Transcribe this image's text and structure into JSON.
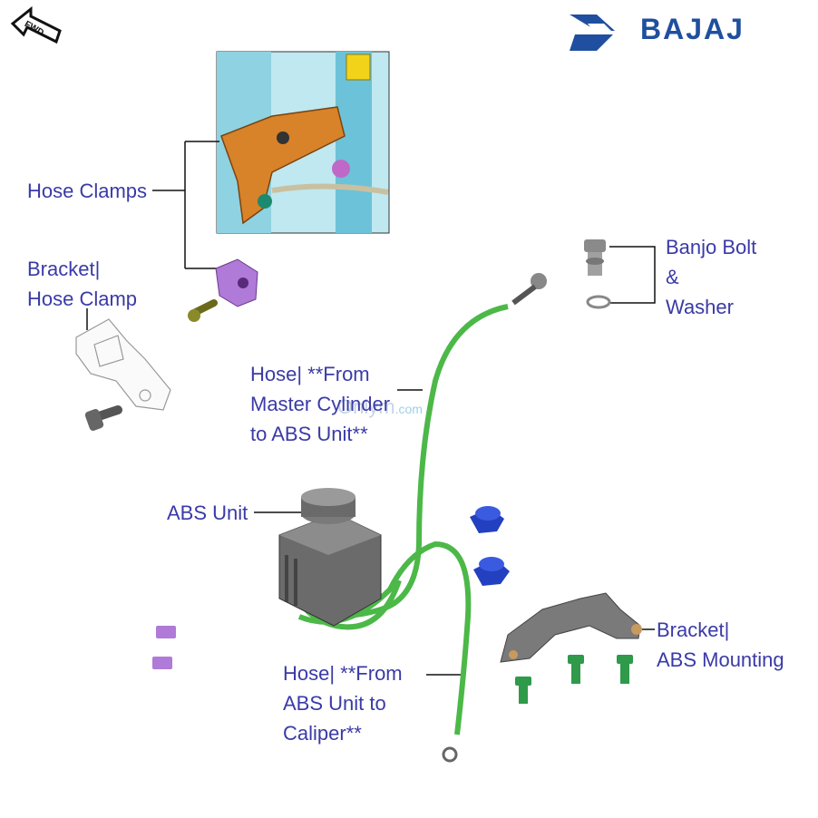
{
  "brand": {
    "name": "BAJAJ",
    "color": "#1f4f9e"
  },
  "direction_badge": "FWD",
  "watermark": {
    "main": "Onlym",
    "suffix": ".com"
  },
  "labels": {
    "hose_clamps": "Hose Clamps",
    "bracket_hose_clamp": [
      "Bracket|",
      "Hose Clamp"
    ],
    "banjo_bolt_washer": [
      "Banjo Bolt",
      "&",
      "Washer"
    ],
    "hose_master_to_abs": [
      "Hose| **From",
      "Master Cylinder",
      "to ABS Unit**"
    ],
    "abs_unit": "ABS Unit",
    "bracket_abs_mounting": [
      "Bracket|",
      "ABS Mounting"
    ],
    "hose_abs_to_caliper": [
      "Hose| **From",
      "ABS Unit to",
      "Caliper**"
    ]
  },
  "colors": {
    "label_text": "#3a3aa8",
    "hose_green": "#4cb848",
    "bolt_blue": "#2340c0",
    "clamp_purple": "#b07ad8",
    "bolt_green": "#2e9a4a"
  }
}
